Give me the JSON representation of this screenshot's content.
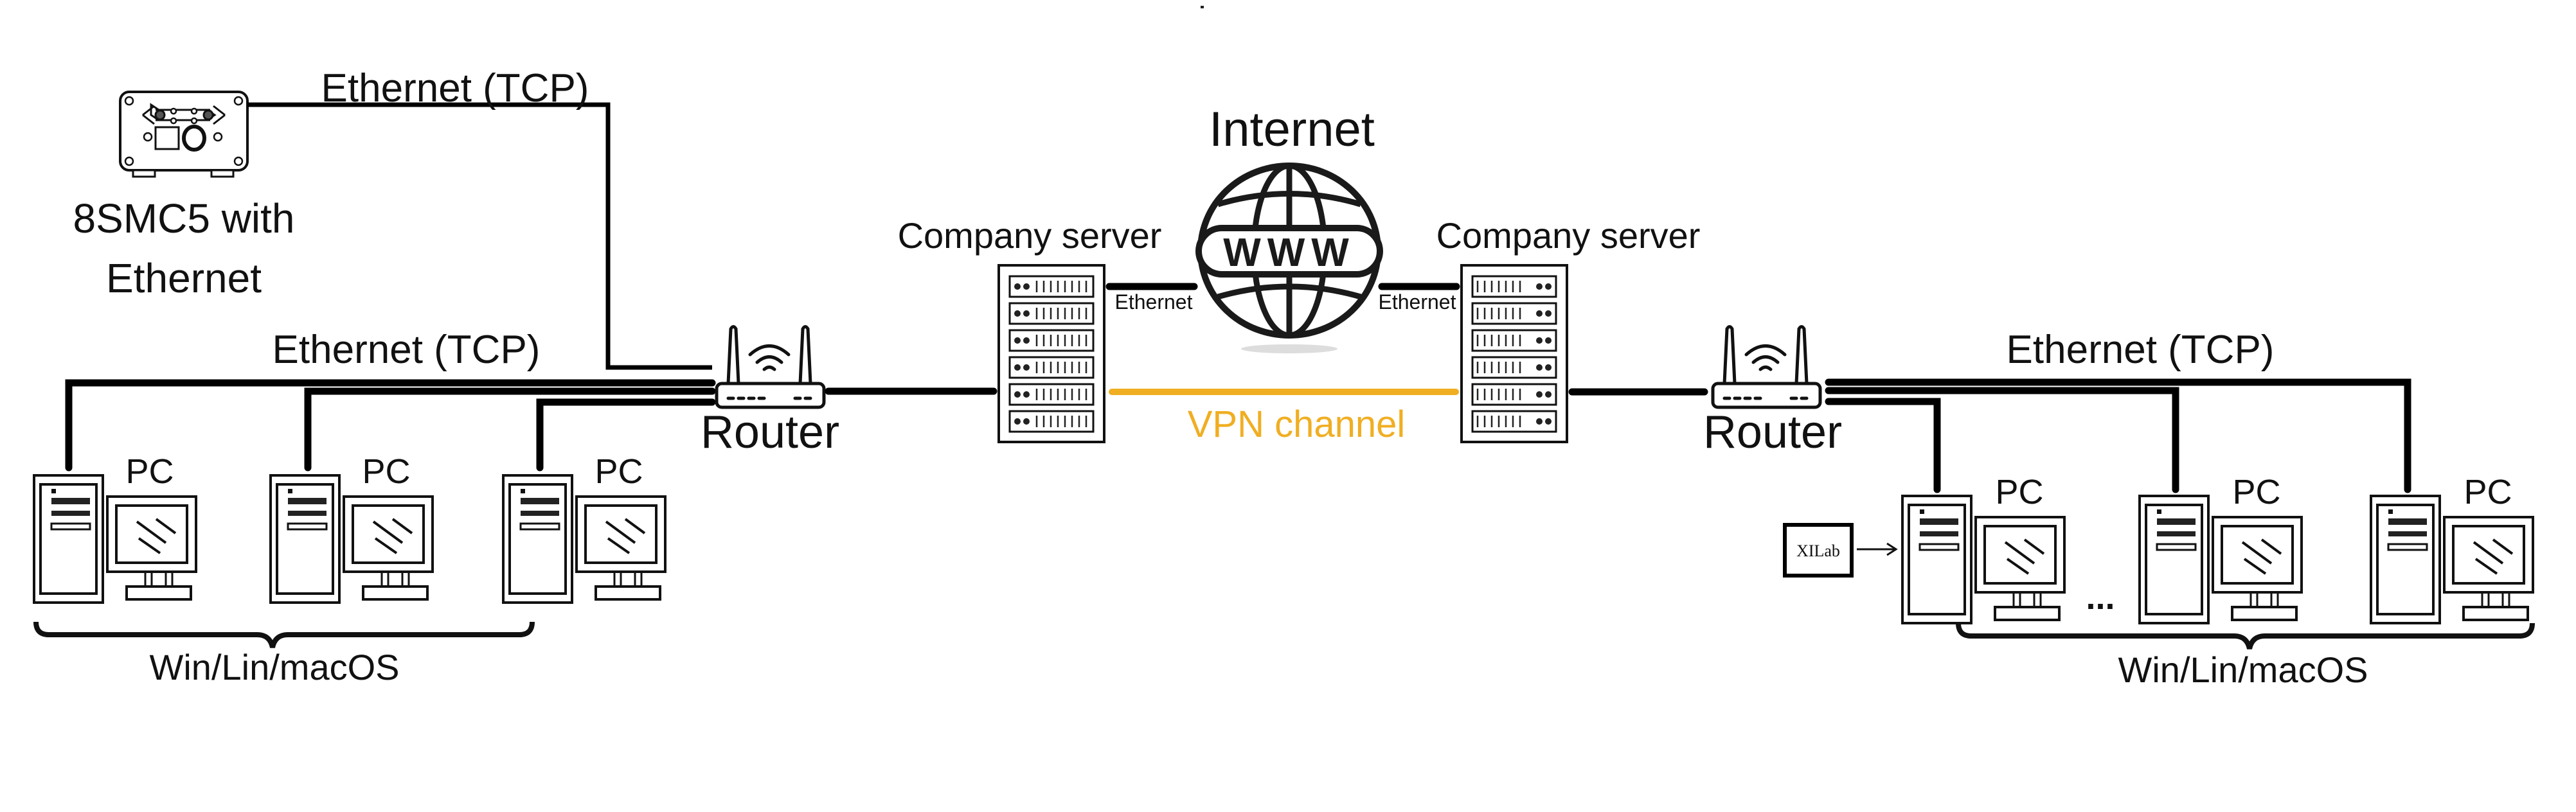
{
  "diagram": {
    "title": "8SMC5 Ethernet network topology with VPN",
    "labels": {
      "device_line1": "8SMC5 with",
      "device_line2": "Ethernet",
      "eth_device": "Ethernet (TCP)",
      "eth_left": "Ethernet (TCP)",
      "eth_right": "Ethernet (TCP)",
      "router_left": "Router",
      "router_right": "Router",
      "server_left": "Company server",
      "server_right": "Company server",
      "internet": "Internet",
      "www": "WWW",
      "eth_server_left": "Ethernet",
      "eth_server_right": "Ethernet",
      "vpn": "VPN channel",
      "pc": "PC",
      "os_left": "Win/Lin/macOS",
      "os_right": "Win/Lin/macOS",
      "xilab": "XILab",
      "ellipsis": "..."
    },
    "nodes": [
      {
        "id": "controller",
        "type": "8SMC5 controller",
        "icon": "controller-icon"
      },
      {
        "id": "router-left",
        "type": "router",
        "icon": "router-icon"
      },
      {
        "id": "server-left",
        "type": "server",
        "icon": "server-rack-icon"
      },
      {
        "id": "internet",
        "type": "internet",
        "icon": "globe-www-icon"
      },
      {
        "id": "server-right",
        "type": "server",
        "icon": "server-rack-icon"
      },
      {
        "id": "router-right",
        "type": "router",
        "icon": "router-icon"
      },
      {
        "id": "pc-left-1",
        "type": "pc",
        "icon": "desktop-pc-icon"
      },
      {
        "id": "pc-left-2",
        "type": "pc",
        "icon": "desktop-pc-icon"
      },
      {
        "id": "pc-left-3",
        "type": "pc",
        "icon": "desktop-pc-icon"
      },
      {
        "id": "pc-right-1",
        "type": "pc",
        "icon": "desktop-pc-icon",
        "software": "XILab"
      },
      {
        "id": "pc-right-2",
        "type": "pc",
        "icon": "desktop-pc-icon"
      },
      {
        "id": "pc-right-3",
        "type": "pc",
        "icon": "desktop-pc-icon"
      }
    ],
    "edges": [
      {
        "from": "controller",
        "to": "router-left",
        "label": "Ethernet (TCP)"
      },
      {
        "from": "router-left",
        "to": "pc-left-1",
        "label": "Ethernet (TCP)"
      },
      {
        "from": "router-left",
        "to": "pc-left-2",
        "label": "Ethernet (TCP)"
      },
      {
        "from": "router-left",
        "to": "pc-left-3",
        "label": "Ethernet (TCP)"
      },
      {
        "from": "router-left",
        "to": "server-left",
        "label": ""
      },
      {
        "from": "server-left",
        "to": "internet",
        "label": "Ethernet"
      },
      {
        "from": "internet",
        "to": "server-right",
        "label": "Ethernet"
      },
      {
        "from": "server-left",
        "to": "server-right",
        "label": "VPN channel",
        "color": "#F0AE22"
      },
      {
        "from": "server-right",
        "to": "router-right",
        "label": ""
      },
      {
        "from": "router-right",
        "to": "pc-right-1",
        "label": "Ethernet (TCP)"
      },
      {
        "from": "router-right",
        "to": "pc-right-2",
        "label": "Ethernet (TCP)"
      },
      {
        "from": "router-right",
        "to": "pc-right-3",
        "label": "Ethernet (TCP)"
      }
    ],
    "colors": {
      "line": "#000000",
      "vpn": "#F0AE22",
      "text": "#111111",
      "shadow": "#DDDDDD"
    }
  }
}
